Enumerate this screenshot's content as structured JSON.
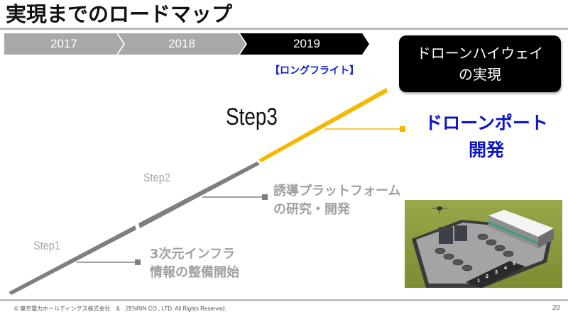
{
  "slide": {
    "title": "実現までのロードマップ",
    "page_number": "20",
    "footer": "© 東京電力ホールディングス株式会社　&　ZENRIN CO., LTD. All Rights Reserved."
  },
  "timeline": {
    "years": [
      {
        "label": "2017",
        "color": "#a8a8a8"
      },
      {
        "label": "2018",
        "color": "#a8a8a8"
      },
      {
        "label": "2019",
        "color": "#000000"
      }
    ],
    "phase_label_2019": "【ロングフライト】"
  },
  "goal": {
    "line1": "ドローンハイウェイ",
    "line2": "の実現"
  },
  "steps": [
    {
      "label": "Step1",
      "desc_line1": "3次元インフラ",
      "desc_line2": "情報の整備開始",
      "color": "#7f7f7f"
    },
    {
      "label": "Step2",
      "desc_line1": "誘導プラットフォーム",
      "desc_line2": "の研究・開発",
      "color": "#7f7f7f"
    },
    {
      "label": "Step3",
      "desc_line1": "ドローンポート",
      "desc_line2": "開発",
      "color": "#f5b800"
    }
  ],
  "image": {
    "description": "drone-port-3d-rendering",
    "pad_numbers": [
      "1",
      "2",
      "3",
      "4",
      "5"
    ]
  },
  "colors": {
    "accent_yellow": "#f5b800",
    "accent_blue": "#0a14c8",
    "line_gray": "#7f7f7f",
    "text_gray": "#a0a0a0"
  }
}
